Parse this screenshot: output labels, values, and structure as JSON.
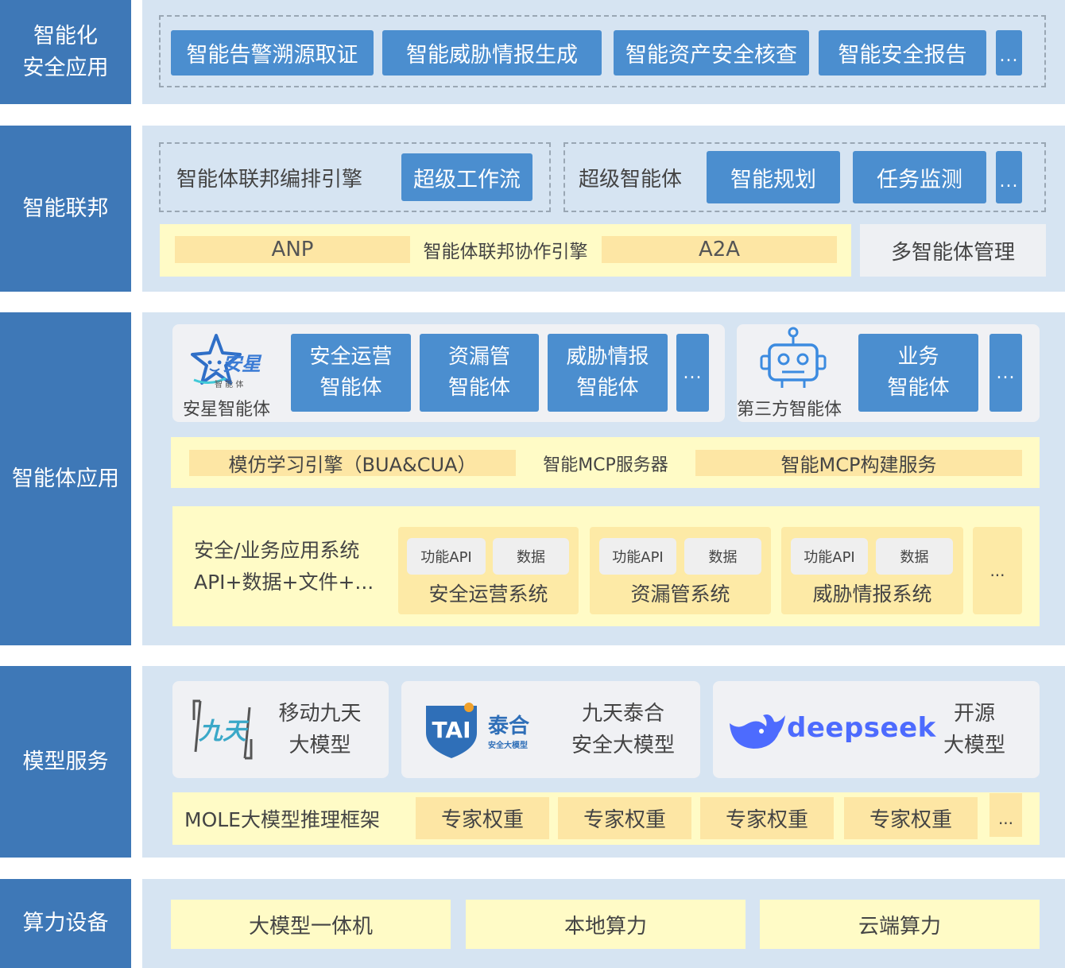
{
  "layers": {
    "app": "智能化\n安全应用",
    "federation": "智能联邦",
    "agent_app": "智能体应用",
    "model": "模型服务",
    "compute": "算力设备"
  },
  "app_layer": {
    "items": [
      "智能告警溯源取证",
      "智能威胁情报生成",
      "智能资产安全核查",
      "智能安全报告",
      "..."
    ]
  },
  "federation_layer": {
    "orchestration": {
      "label": "智能体联邦编排引擎",
      "item": "超级工作流"
    },
    "super_agent": {
      "label": "超级智能体",
      "items": [
        "智能规划",
        "任务监测",
        "..."
      ]
    },
    "collab": {
      "left": "ANP",
      "label": "智能体联邦协作引擎",
      "right": "A2A"
    },
    "management": "多智能体管理"
  },
  "agent_layer": {
    "anxing": {
      "logo_text": "安星",
      "logo_sub": "智 能 体",
      "name": "安星智能体",
      "items": [
        "安全运营\n智能体",
        "资漏管\n智能体",
        "威胁情报\n智能体",
        "..."
      ]
    },
    "third_party": {
      "name": "第三方智能体",
      "items": [
        "业务\n智能体",
        "..."
      ]
    },
    "engines": {
      "imitation": "模仿学习引擎（BUA&CUA）",
      "mcp_server": "智能MCP服务器",
      "mcp_build": "智能MCP构建服务"
    },
    "systems": {
      "label": "安全/业务应用系统\nAPI+数据+文件+...",
      "groups": [
        {
          "api": "功能API",
          "data": "数据",
          "name": "安全运营系统"
        },
        {
          "api": "功能API",
          "data": "数据",
          "name": "资漏管系统"
        },
        {
          "api": "功能API",
          "data": "数据",
          "name": "威胁情报系统"
        }
      ],
      "more": "..."
    }
  },
  "model_layer": {
    "models": [
      {
        "logo": "九天",
        "name": "移动九天\n大模型"
      },
      {
        "logo": "泰合",
        "logo_sub": "安全大模型",
        "name": "九天泰合\n安全大模型"
      },
      {
        "logo": "deepseek",
        "name": "开源\n大模型"
      }
    ],
    "framework": "MOLE大模型推理框架",
    "weights": [
      "专家权重",
      "专家权重",
      "专家权重",
      "专家权重"
    ],
    "more": "..."
  },
  "compute_layer": {
    "items": [
      "大模型一体机",
      "本地算力",
      "云端算力"
    ]
  },
  "colors": {
    "side_blue": "#3e78b7",
    "panel_blue": "#d6e4f2",
    "box_blue": "#4b8ecf",
    "yellow": "#fffbc6",
    "tan": "#fde6a4",
    "deepseek": "#4d6bfe"
  }
}
